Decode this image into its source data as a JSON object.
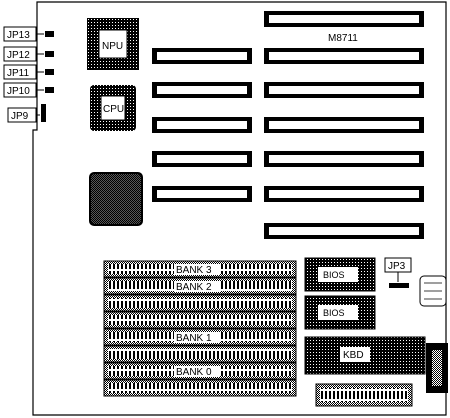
{
  "chipset_label": "M8711",
  "npu_label": "NPU",
  "cpu_label": "CPU",
  "jumpers": [
    "JP13",
    "JP12",
    "JP11",
    "JP10",
    "JP9"
  ],
  "jp3_label": "JP3",
  "bios_labels": [
    "BIOS",
    "BIOS"
  ],
  "kbd_label": "KBD",
  "banks": [
    "BANK 3",
    "BANK 2",
    "BANK 1",
    "BANK 0"
  ]
}
